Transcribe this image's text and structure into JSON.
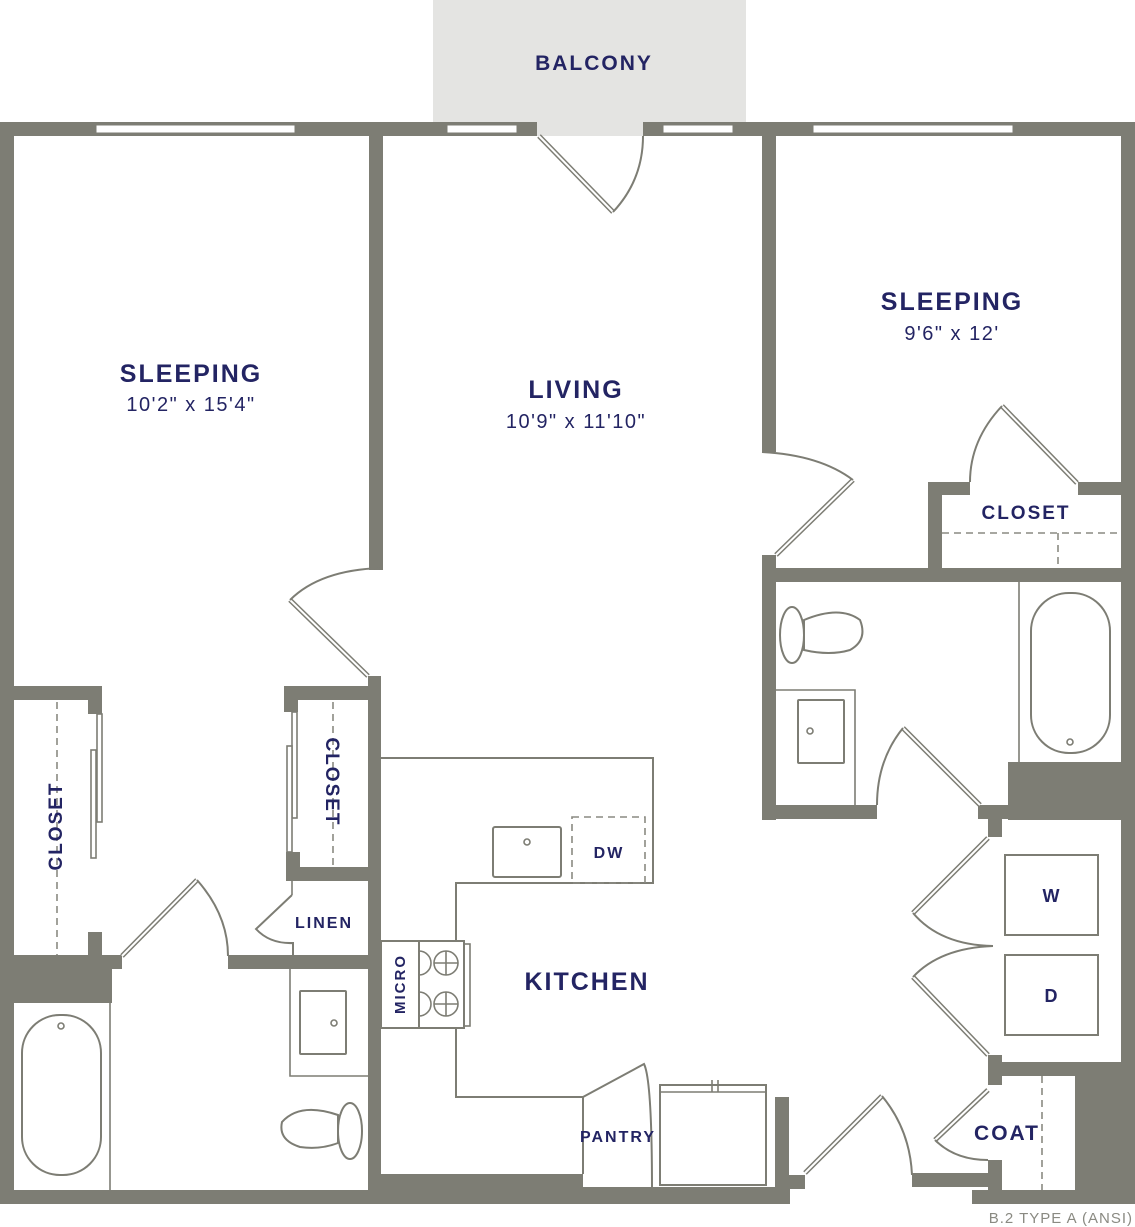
{
  "plan": {
    "unit_label": "B.2 TYPE A (ANSI)",
    "colors": {
      "wall": "#7d7d74",
      "label": "#232463",
      "balcony": "#e4e4e2"
    }
  },
  "rooms": {
    "balcony": {
      "name": "BALCONY"
    },
    "bedroom_left": {
      "name": "SLEEPING",
      "dims": "10'2\" x 15'4\""
    },
    "living": {
      "name": "LIVING",
      "dims": "10'9\" x 11'10\""
    },
    "bedroom_right": {
      "name": "SLEEPING",
      "dims": "9'6\" x 12'"
    },
    "closet_right": {
      "name": "CLOSET"
    },
    "closet_left": {
      "name": "CLOSET"
    },
    "closet_center": {
      "name": "CLOSET"
    },
    "linen": {
      "name": "LINEN"
    },
    "kitchen": {
      "name": "KITCHEN"
    },
    "micro": {
      "name": "MICRO"
    },
    "dishwasher": {
      "name": "DW"
    },
    "pantry": {
      "name": "PANTRY"
    },
    "washer": {
      "name": "W"
    },
    "dryer": {
      "name": "D"
    },
    "coat": {
      "name": "COAT"
    }
  }
}
